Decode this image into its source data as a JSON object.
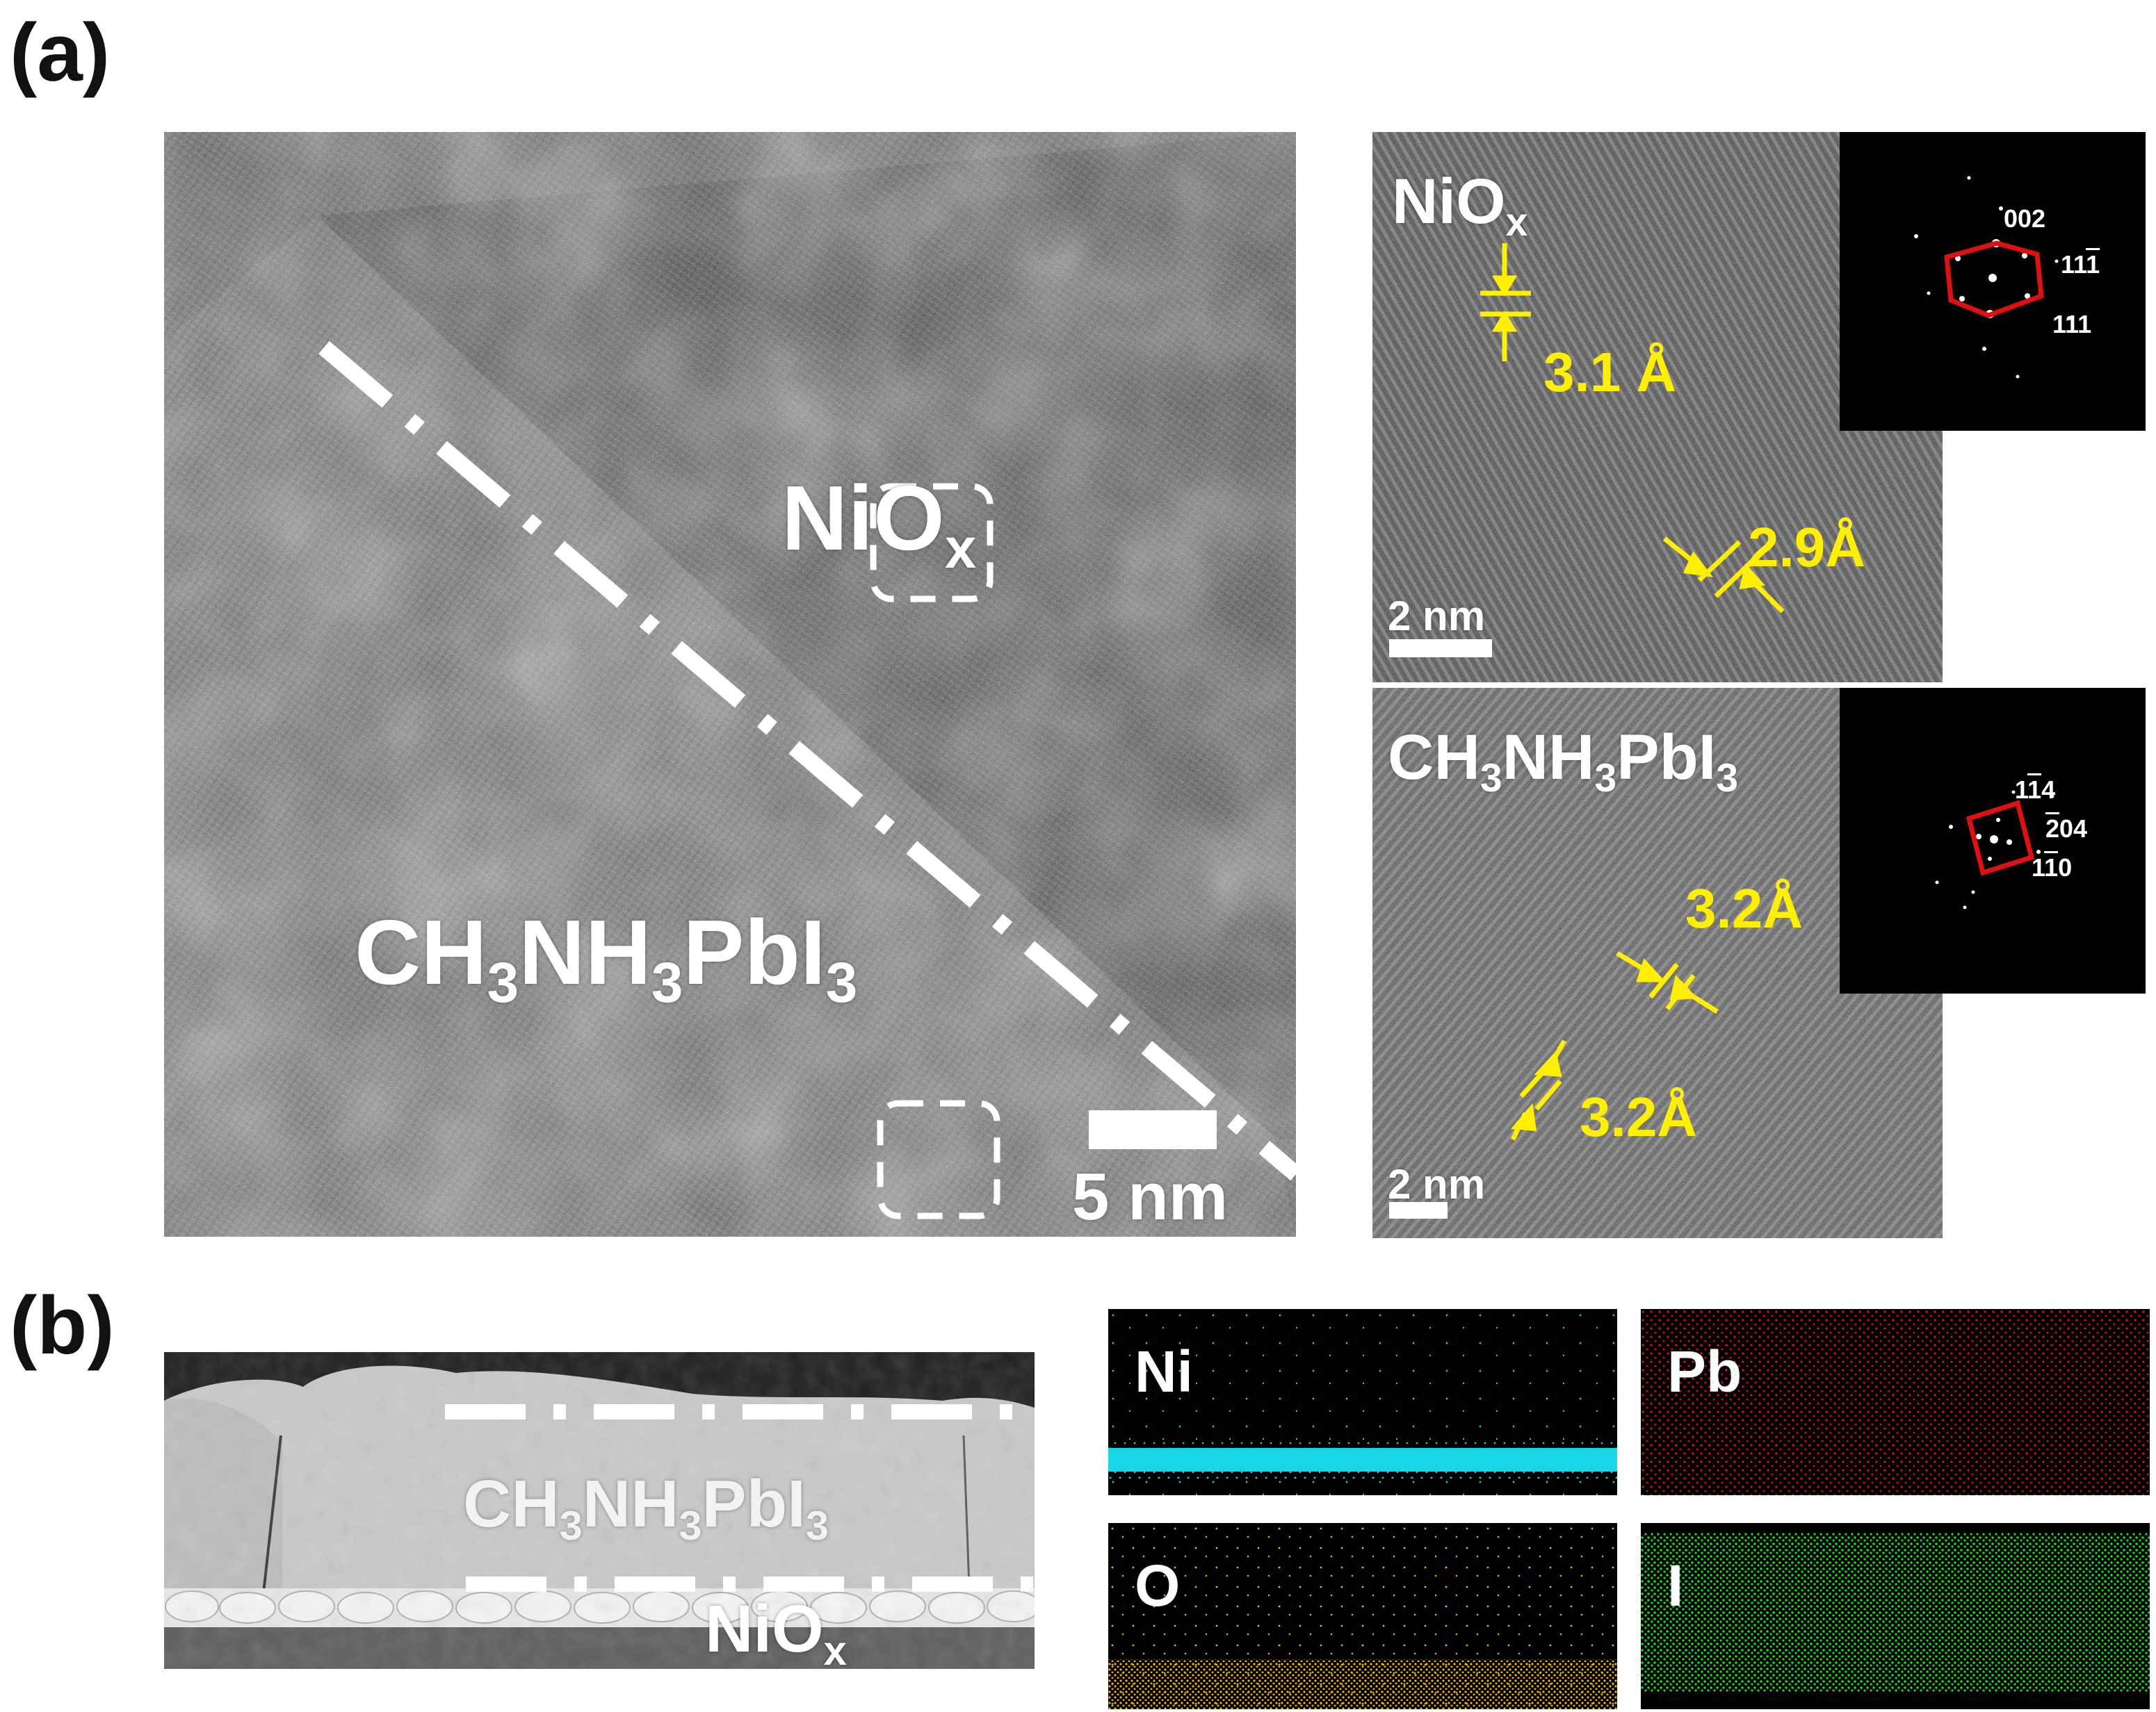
{
  "panels": {
    "a": {
      "letter": "(a)"
    },
    "b": {
      "letter": "(b)"
    }
  },
  "main_tem": {
    "label_nio": "NiO",
    "label_nio_sub": "x",
    "label_perov": [
      "CH",
      "3",
      "NH",
      "3",
      "PbI",
      "3"
    ],
    "scale_text": "5 nm"
  },
  "tem_nio": {
    "label": "NiO",
    "label_sub": "x",
    "spacing_1": "3.1 Å",
    "spacing_2": "2.9Å",
    "scale_text": "2 nm",
    "fft": {
      "idx_a": "002",
      "idx_b_pre": "11",
      "idx_b_bar": "1",
      "idx_c": "111"
    }
  },
  "tem_perov": {
    "label": [
      "CH",
      "3",
      "NH",
      "3",
      "PbI",
      "3"
    ],
    "spacing_1": "3.2Å",
    "spacing_2": "3.2Å",
    "scale_text": "2 nm",
    "fft": {
      "idx_a_pre": "1",
      "idx_a_bar": "1",
      "idx_a_post": "4",
      "idx_b_bar": "2",
      "idx_b_post": "04",
      "idx_c_pre": "1",
      "idx_c_bar": "1",
      "idx_c_post": "0"
    }
  },
  "cross_section": {
    "label_perov": [
      "CH",
      "3",
      "NH",
      "3",
      "PbI",
      "3"
    ],
    "label_nio": "NiO",
    "label_nio_sub": "x"
  },
  "eds_maps": [
    {
      "element": "Ni",
      "color": "#19d6e6"
    },
    {
      "element": "Pb",
      "color": "#e8101e"
    },
    {
      "element": "O",
      "color": "#f0b010"
    },
    {
      "element": "I",
      "color": "#18e018"
    }
  ]
}
